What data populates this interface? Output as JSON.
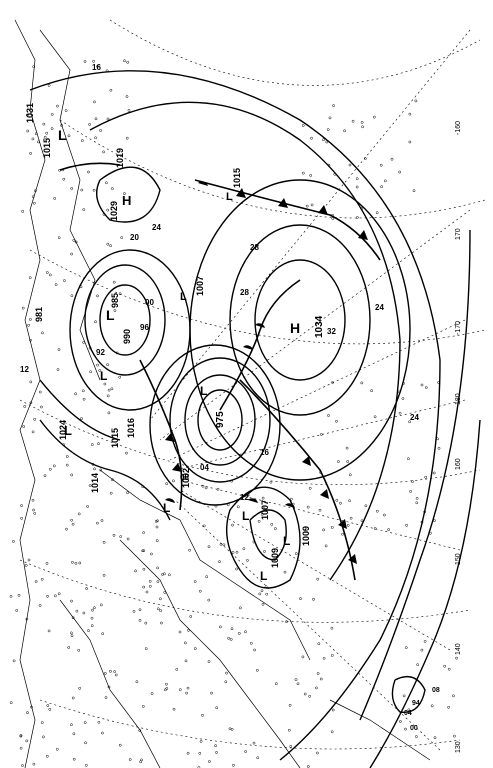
{
  "pressure_centers": [
    {
      "type": "H",
      "value": "1034"
    },
    {
      "type": "H",
      "value": "1029"
    },
    {
      "type": "L",
      "value": "975"
    },
    {
      "type": "L",
      "value": "985"
    },
    {
      "type": "L",
      "value": "990"
    },
    {
      "type": "L",
      "value": "1015"
    },
    {
      "type": "L",
      "value": "1015"
    },
    {
      "type": "L",
      "value": "1007"
    },
    {
      "type": "L",
      "value": "1007"
    },
    {
      "type": "L",
      "value": "1009"
    },
    {
      "type": "L",
      "value": "1009"
    },
    {
      "type": "L",
      "value": "1002"
    },
    {
      "type": "L",
      "value": "1024"
    },
    {
      "type": "L",
      "value": "1016"
    },
    {
      "type": "L",
      "value": "1015"
    },
    {
      "type": "L",
      "value": "1014"
    },
    {
      "type": "L",
      "value": "1019"
    },
    {
      "type": "L",
      "value": "981"
    },
    {
      "type": "L",
      "value": "1031"
    }
  ],
  "isobar_labels": [
    "16",
    "20",
    "24",
    "28",
    "32",
    "12",
    "08",
    "04",
    "00",
    "96",
    "92",
    "24",
    "28",
    "24",
    "12",
    "16"
  ],
  "longitude_labels": [
    "-160",
    "170",
    "-170",
    "180",
    "160",
    "150",
    "140",
    "130"
  ],
  "misc_labels": [
    "08",
    "04",
    "94",
    "00"
  ]
}
